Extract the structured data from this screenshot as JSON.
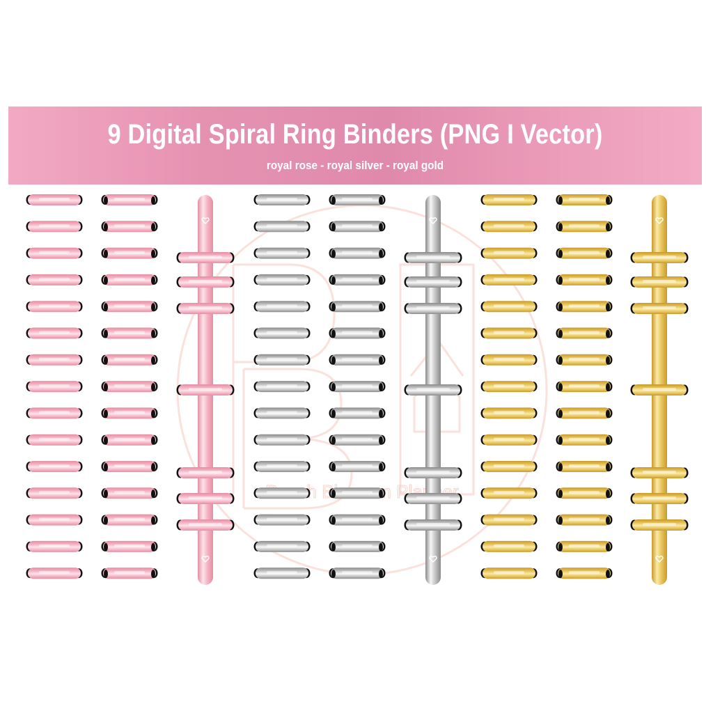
{
  "banner": {
    "title": "9 Digital Spiral Ring Binders (PNG I Vector)",
    "subtitle": "royal rose - royal silver - royal gold"
  },
  "watermark": {
    "text": "Peach Blossom Planner",
    "monogram": "PB"
  },
  "finishes": [
    {
      "name": "royal rose",
      "light": "#fde3ea",
      "mid": "#f5b2c3",
      "dark": "#e58ea3"
    },
    {
      "name": "royal silver",
      "light": "#f7f7f7",
      "mid": "#c2c2c2",
      "dark": "#8a8a8a"
    },
    {
      "name": "royal gold",
      "light": "#fbe9a6",
      "mid": "#e6c35a",
      "dark": "#c99a2c"
    }
  ],
  "binders": [
    {
      "finish": 0,
      "style": "plain"
    },
    {
      "finish": 0,
      "style": "holes"
    },
    {
      "finish": 0,
      "style": "rod"
    },
    {
      "finish": 1,
      "style": "plain"
    },
    {
      "finish": 1,
      "style": "holes"
    },
    {
      "finish": 1,
      "style": "rod"
    },
    {
      "finish": 2,
      "style": "plain"
    },
    {
      "finish": 2,
      "style": "holes"
    },
    {
      "finish": 2,
      "style": "rod"
    }
  ],
  "colors": {
    "banner": "#e592b1",
    "hole": "#111111",
    "watermark": "#f6c9c0"
  }
}
